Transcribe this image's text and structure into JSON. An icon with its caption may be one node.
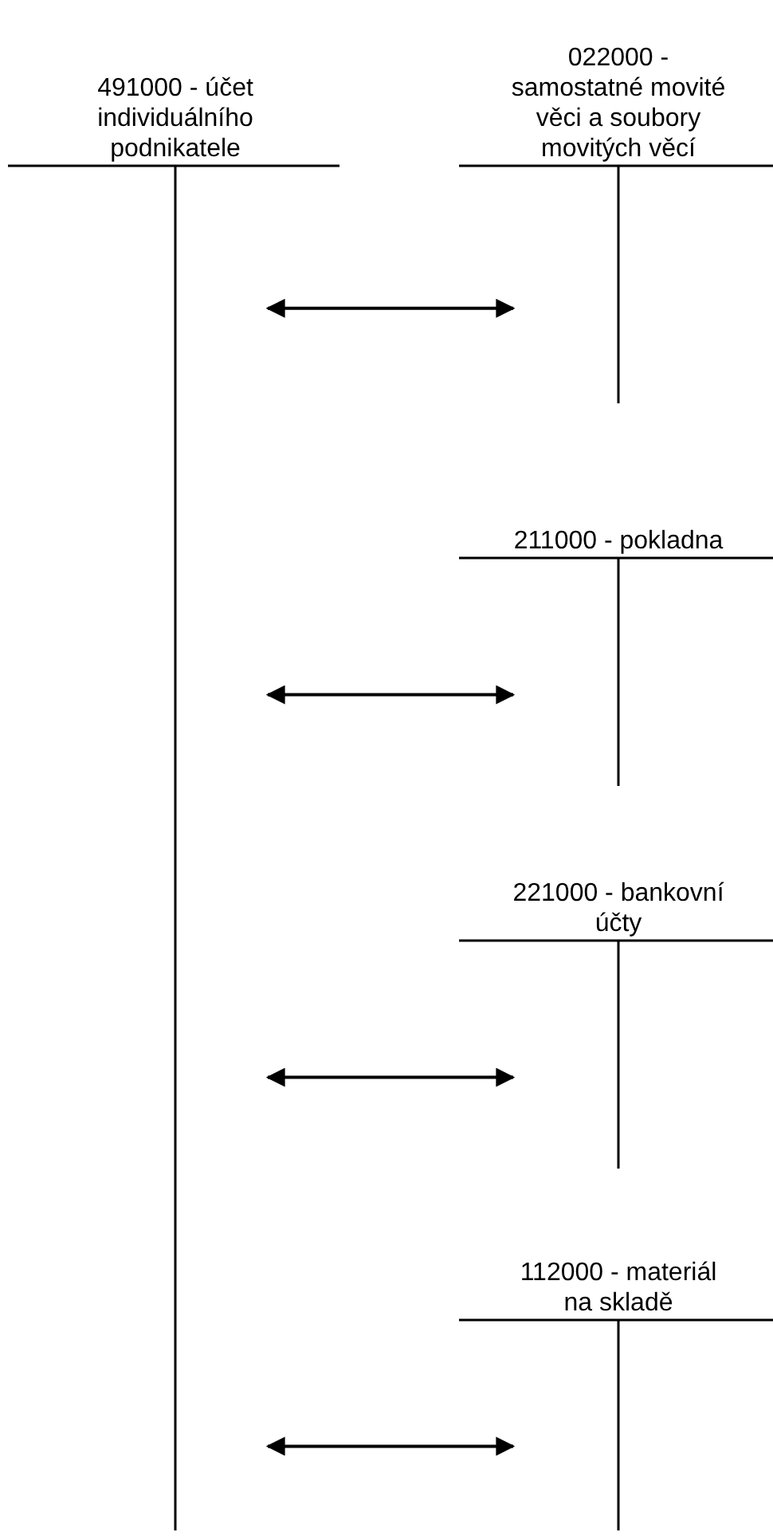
{
  "diagram": {
    "nodes": [
      {
        "text": [
          "491000 - účet individuálního podnikatele"
        ]
      },
      {
        "text": [
          "022000 - samostatné movité věci a soubory movitých věcí"
        ]
      },
      {
        "text": [
          "211000 - pokladna"
        ]
      },
      {
        "text": [
          "221000 - bankovní účty"
        ]
      },
      {
        "text": [
          "112000 - materiál na skladě"
        ]
      }
    ],
    "edges": [
      {
        "from": 0,
        "to": 1,
        "arrow": "both"
      },
      {
        "from": 0,
        "to": 2,
        "arrow": "both"
      },
      {
        "from": 0,
        "to": 3,
        "arrow": "both"
      },
      {
        "from": 0,
        "to": 4,
        "arrow": "both"
      }
    ]
  }
}
